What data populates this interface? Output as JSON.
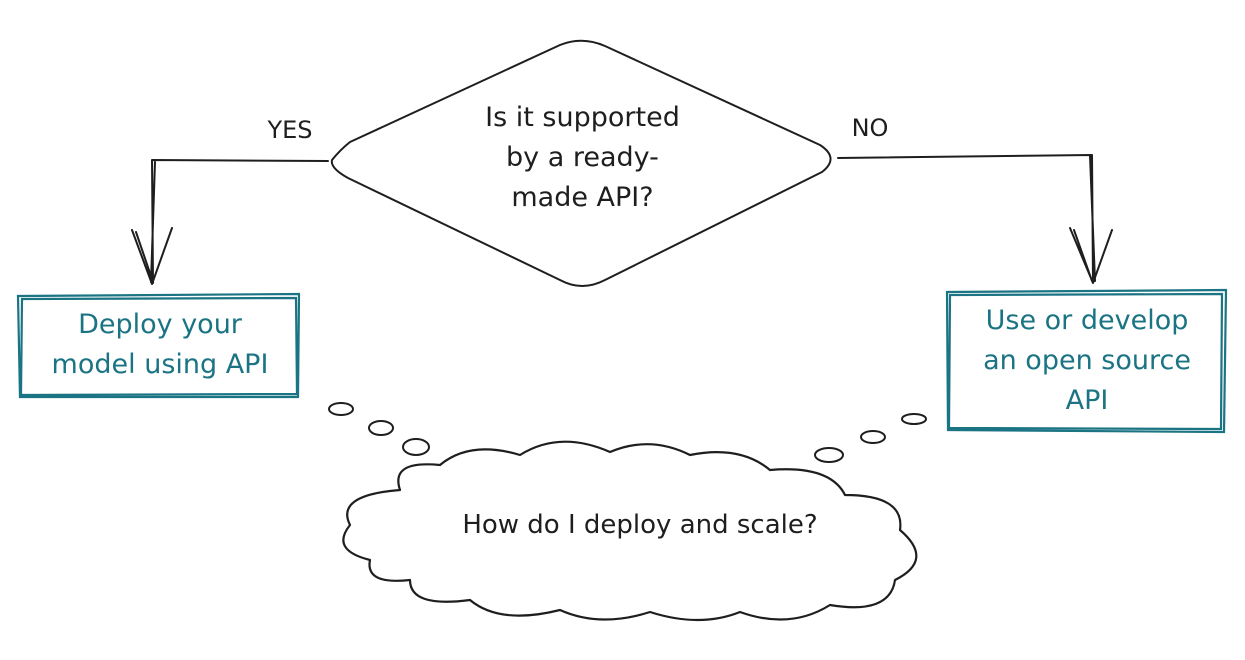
{
  "decision": {
    "text_lines": [
      "Is it supported",
      "by a ready-",
      "made API?"
    ]
  },
  "branches": {
    "yes_label": "YES",
    "no_label": "NO"
  },
  "yes_box": {
    "text_lines": [
      "Deploy your",
      "model using API"
    ]
  },
  "no_box": {
    "text_lines": [
      "Use or develop",
      "an open source",
      "API"
    ]
  },
  "thought": {
    "text": "How do I deploy and scale?"
  },
  "colors": {
    "stroke": "#1e1e1e",
    "accent": "#1b7483"
  }
}
